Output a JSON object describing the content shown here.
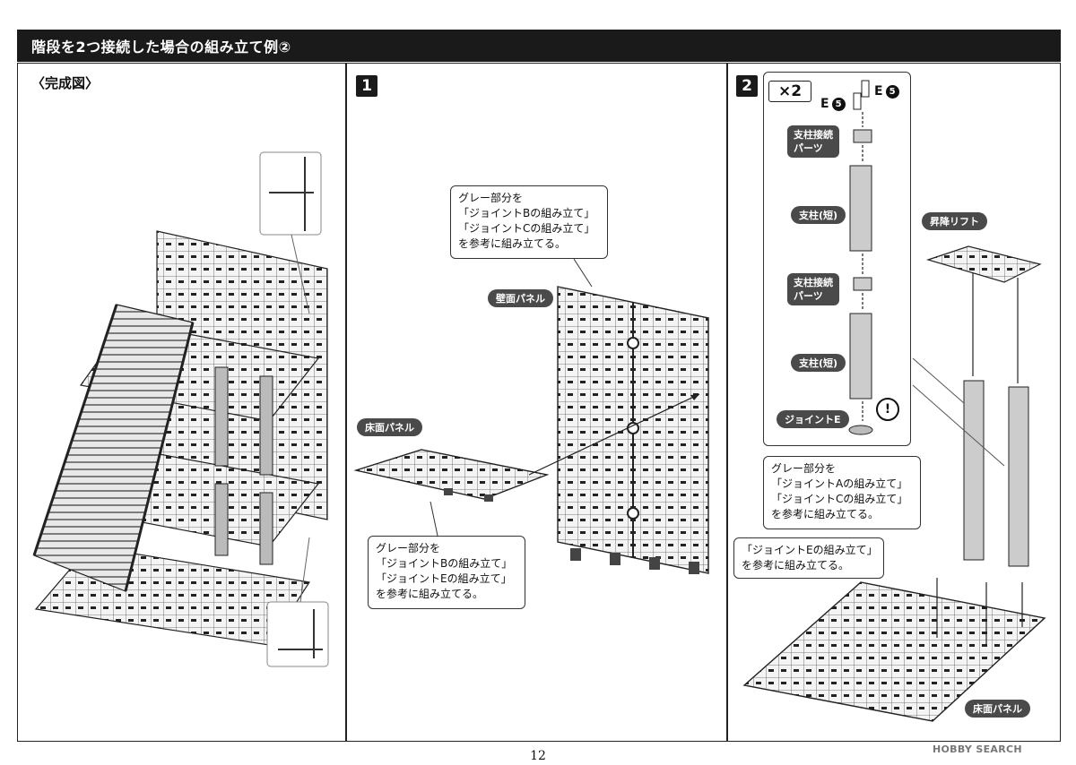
{
  "header": {
    "title": "階段を2つ接続した場合の組み立て例②"
  },
  "panel1": {
    "title": "〈完成図〉"
  },
  "panel2": {
    "step": "1",
    "callout_top": [
      "グレー部分を",
      "「ジョイントBの組み立て」",
      "「ジョイントCの組み立て」",
      "を参考に組み立てる。"
    ],
    "label_wall": "壁面パネル",
    "label_floor": "床面パネル",
    "callout_bottom": [
      "グレー部分を",
      "「ジョイントBの組み立て」",
      "「ジョイントEの組み立て」",
      "を参考に組み立てる。"
    ]
  },
  "panel3": {
    "step": "2",
    "multiplier": "×2",
    "e_label_left": "E",
    "e_label_right": "E",
    "e_num": "5",
    "parts": [
      "支柱接続パーツ",
      "支柱(短)",
      "支柱接続パーツ",
      "支柱(短)",
      "ジョイントE"
    ],
    "part_lines": [
      [
        "支柱接続",
        "パーツ"
      ],
      [
        "支柱(短)"
      ],
      [
        "支柱接続",
        "パーツ"
      ],
      [
        "支柱(短)"
      ],
      [
        "ジョイントE"
      ]
    ],
    "warning": "!",
    "label_lift": "昇降リフト",
    "callout_ac": [
      "グレー部分を",
      "「ジョイントAの組み立て」",
      "「ジョイントCの組み立て」",
      "を参考に組み立てる。"
    ],
    "callout_e": [
      "「ジョイントEの組み立て」",
      "を参考に組み立てる。"
    ],
    "label_floor": "床面パネル"
  },
  "page_number": "12",
  "watermark": {
    "brand": "HOBBY",
    "suffix": "SEARCH"
  }
}
